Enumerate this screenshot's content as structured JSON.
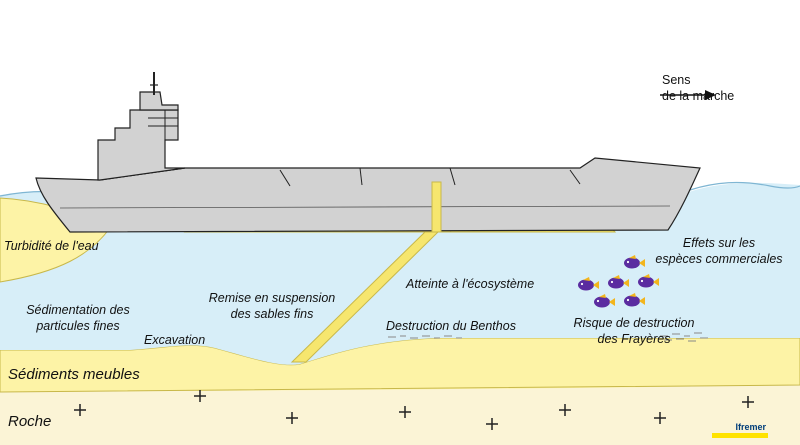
{
  "labels": {
    "direction": "Sens\nde la marche",
    "turbidity": "Turbidité de l'eau",
    "sedimentation": "Sédimentation des\nparticules fines",
    "excavation": "Excavation",
    "resuspension": "Remise en suspension\ndes sables fins",
    "ecosystem": "Atteinte à l'écosystème",
    "benthos": "Destruction du Benthos",
    "commercial": "Effets sur les\nespèces commerciales",
    "spawning": "Risque de destruction\ndes Frayères",
    "sediments": "Sédiments meubles",
    "rock": "Roche"
  },
  "logo": {
    "text": "Ifremer"
  },
  "colors": {
    "water": "#d7eef8",
    "sand": "#fdf3a6",
    "sand_dark": "#f6e66e",
    "rock": "#fbf4d6",
    "ship": "#d2d2d2",
    "fish": "#5b2ca0"
  },
  "icons": [
    "arrow-right-icon",
    "fish-icon",
    "plus-icon"
  ]
}
